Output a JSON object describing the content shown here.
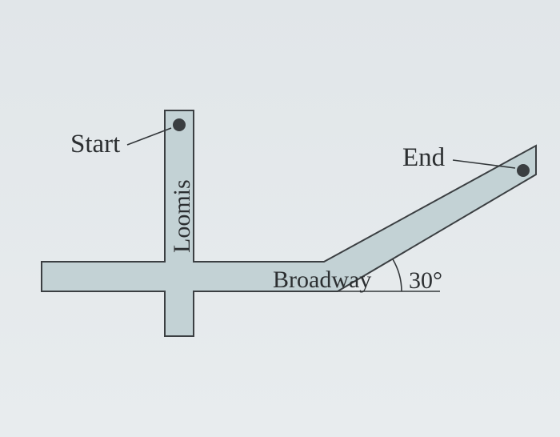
{
  "diagram": {
    "streets": [
      {
        "name": "Loomis"
      },
      {
        "name": "Broadway"
      }
    ],
    "points": {
      "start": {
        "label": "Start"
      },
      "end": {
        "label": "End"
      }
    },
    "angle": {
      "label": "30°"
    }
  },
  "colors": {
    "background": "#e6ebee",
    "street_fill": "#c3d2d5",
    "outline": "#3b3f42",
    "text": "#2c2f31"
  }
}
